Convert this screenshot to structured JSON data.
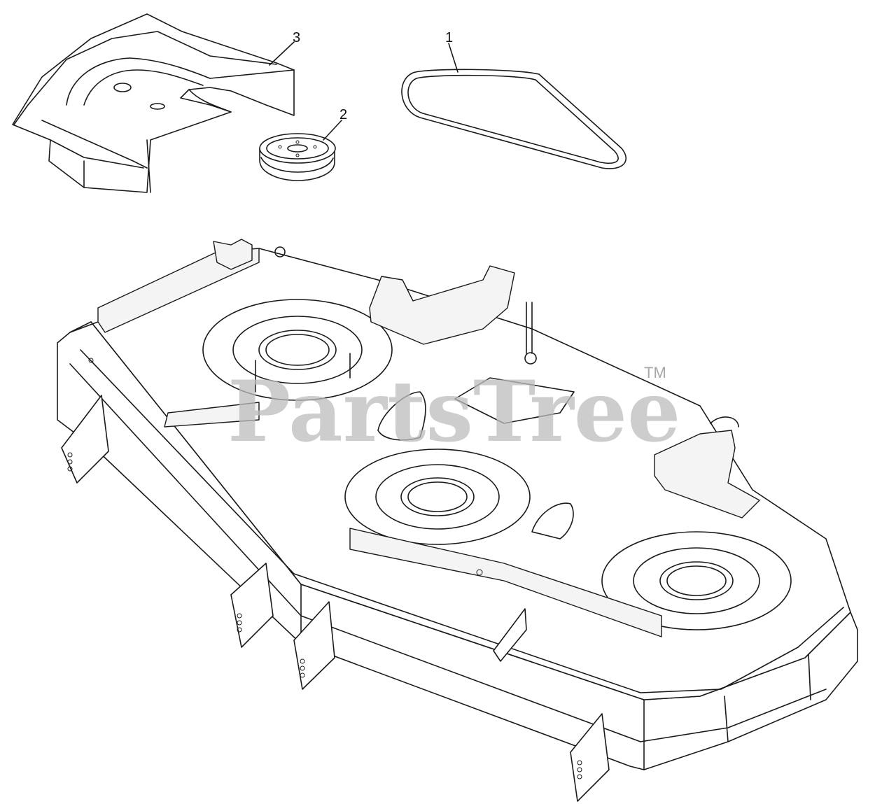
{
  "callouts": [
    {
      "id": "belt",
      "label": "1"
    },
    {
      "id": "pulley",
      "label": "2"
    },
    {
      "id": "cover",
      "label": "3"
    }
  ],
  "watermark": {
    "text": "PartsTree",
    "trademark": "TM"
  },
  "colors": {
    "line": "#1a1a1a",
    "watermark": "#bdbdbd",
    "background": "#ffffff"
  }
}
